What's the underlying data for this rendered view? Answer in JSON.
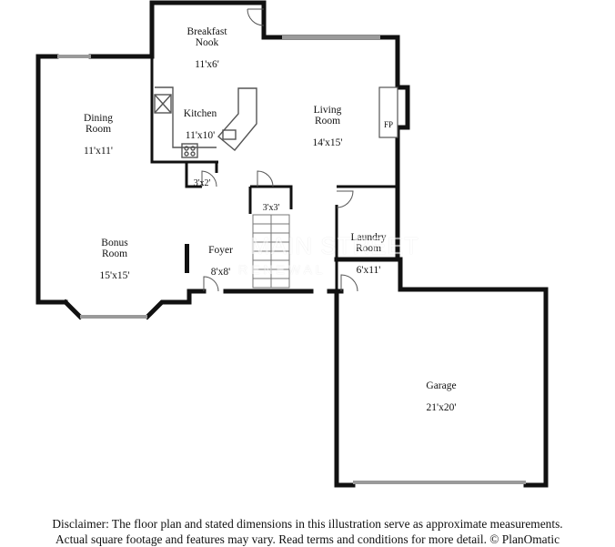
{
  "rooms": {
    "breakfast_nook": {
      "name": "Breakfast\nNook",
      "dims": "11'x6'"
    },
    "kitchen": {
      "name": "Kitchen",
      "dims": "11'x10'"
    },
    "living_room": {
      "name": "Living\nRoom",
      "dims": "14'x15'"
    },
    "dining_room": {
      "name": "Dining\nRoom",
      "dims": "11'x11'"
    },
    "bonus_room": {
      "name": "Bonus\nRoom",
      "dims": "15'x15'"
    },
    "foyer": {
      "name": "Foyer",
      "dims": "8'x8'"
    },
    "laundry_room": {
      "name": "Laundry\nRoom",
      "dims": "6'x11'"
    },
    "garage": {
      "name": "Garage",
      "dims": "21'x20'"
    },
    "pantry": {
      "dims": "3'x2'"
    },
    "closet": {
      "dims": "3'x3'"
    },
    "fireplace": {
      "label": "FP"
    }
  },
  "watermark": {
    "line1": "MAIN STREET",
    "line2": "RENEWAL"
  },
  "disclaimer": {
    "line1": "Disclaimer: The floor plan and stated dimensions in this illustration serve as approximate measurements.",
    "line2": "Actual square footage and features may vary. Read terms and conditions for more detail. © PlanOmatic"
  },
  "colors": {
    "wall": "#111111",
    "window": "#9a9a9a",
    "fixture": "#555555"
  }
}
